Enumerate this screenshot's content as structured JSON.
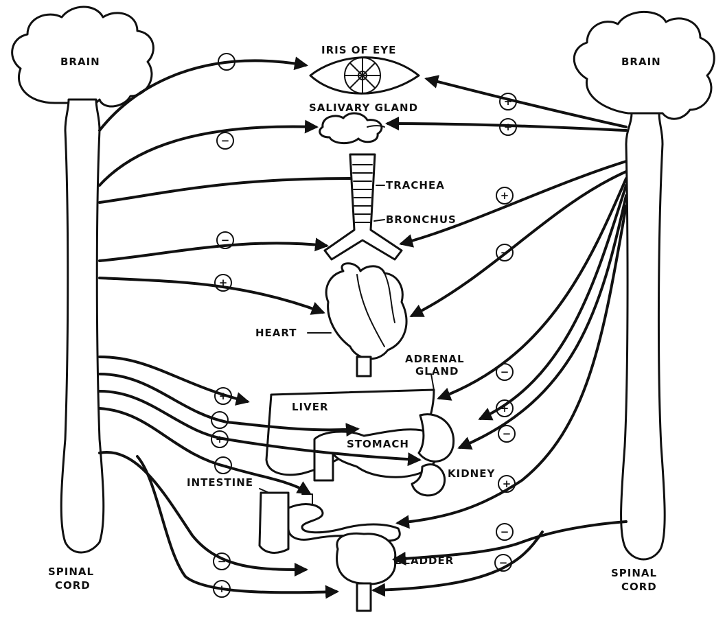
{
  "labels": {
    "brain_left": "BRAIN",
    "brain_right": "BRAIN",
    "spinal_left_1": "SPINAL",
    "spinal_left_2": "CORD",
    "spinal_right_1": "SPINAL",
    "spinal_right_2": "CORD",
    "iris": "IRIS OF EYE",
    "salivary": "SALIVARY GLAND",
    "trachea": "TRACHEA",
    "bronchus": "BRONCHUS",
    "heart": "HEART",
    "adrenal_1": "ADRENAL",
    "adrenal_2": "GLAND",
    "liver": "LIVER",
    "stomach": "STOMACH",
    "kidney": "KIDNEY",
    "intestine": "INTESTINE",
    "bladder": "BLADDER"
  },
  "signs": {
    "left": [
      "−",
      "−",
      "−",
      "+",
      "+",
      "−",
      "+",
      "−",
      "−",
      "+"
    ],
    "right": [
      "+",
      "+",
      "+",
      "−",
      "−",
      "+",
      "−",
      "+",
      "−",
      "−"
    ]
  }
}
